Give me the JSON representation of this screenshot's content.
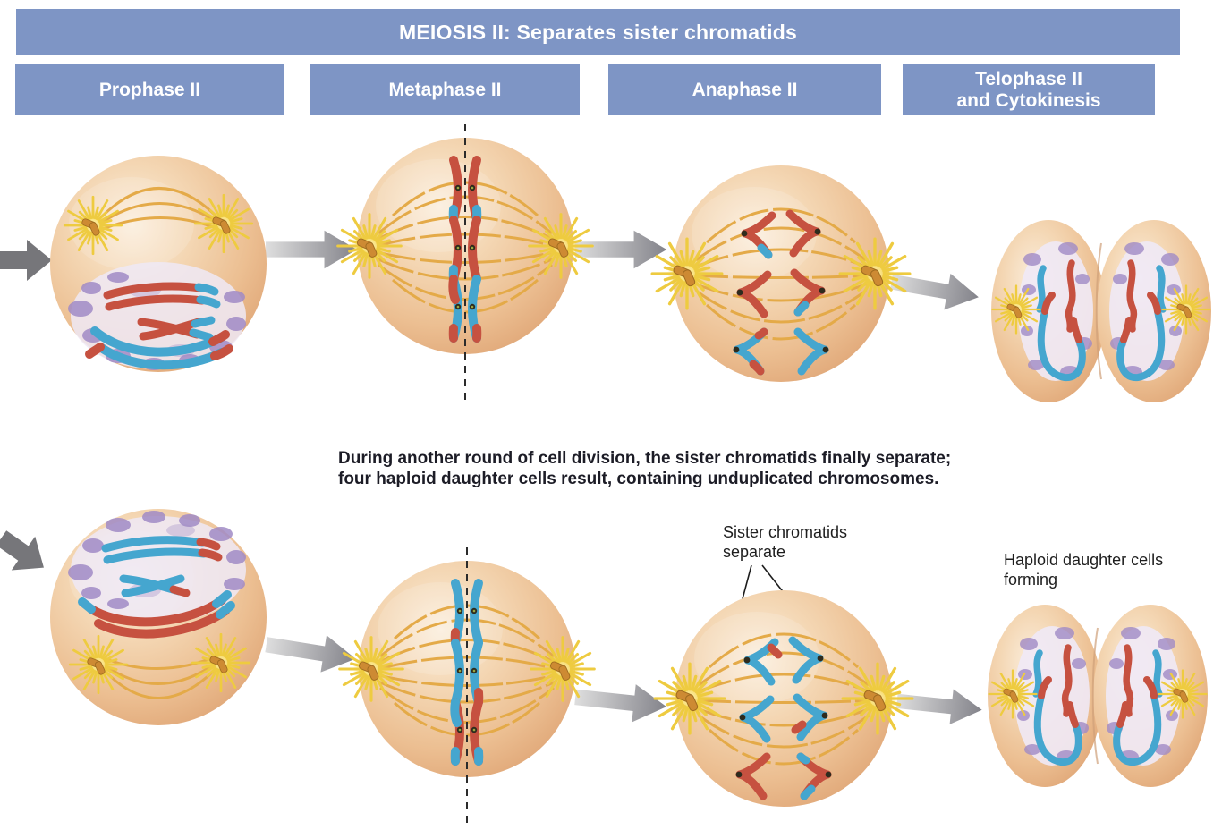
{
  "banner": {
    "title": "MEIOSIS II: Separates sister chromatids"
  },
  "phases": [
    {
      "label": "Prophase II"
    },
    {
      "label": "Metaphase II"
    },
    {
      "label": "Anaphase II"
    },
    {
      "label": "Telophase II\nand Cytokinesis"
    }
  ],
  "caption": {
    "text": "During another round of cell division, the sister chromatids finally separate;\nfour haploid daughter cells result, containing unduplicated chromosomes."
  },
  "annotations": {
    "sister_chromatids": {
      "text": "Sister chromatids\nseparate"
    },
    "haploid_daughter": {
      "text": "Haploid daughter cells\nforming"
    }
  },
  "palette": {
    "header_blue": "#7e95c5",
    "header_text": "#ffffff",
    "caption_text": "#1c1c26",
    "cell_fill": "#f0cda4",
    "cell_edge": "#d8a275",
    "spindle_gold": "#e4aa48",
    "aster_yellow": "#f4d23c",
    "centriole_orange": "#cd8a33",
    "chromosome_red": "#c65140",
    "chromosome_blue": "#45a6cf",
    "nuclear_purple": "#a18bc6",
    "nuclear_lavender": "#efe9f6",
    "arrow_gray": "#76767a"
  }
}
